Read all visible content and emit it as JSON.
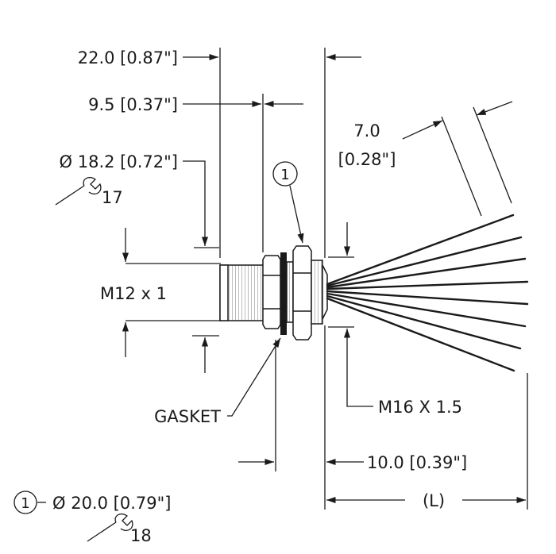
{
  "labels": {
    "overall_length": "22.0 [0.87\"]",
    "flange_width": "9.5 [0.37\"]",
    "diameter_front": "Ø 18.2 [0.72\"]",
    "wrench_front": "17",
    "strip_length_line1": "7.0",
    "strip_length_line2": "[0.28\"]",
    "callout_number": "1",
    "thread_front": "M12 x 1",
    "gasket": "GASKET",
    "thread_rear": "M16 X 1.5",
    "rear_length": "10.0 [0.39\"]",
    "cable_length": "(L)",
    "note_number": "1",
    "note_diameter": "Ø 20.0 [0.79\"]",
    "wrench_note": "18"
  }
}
